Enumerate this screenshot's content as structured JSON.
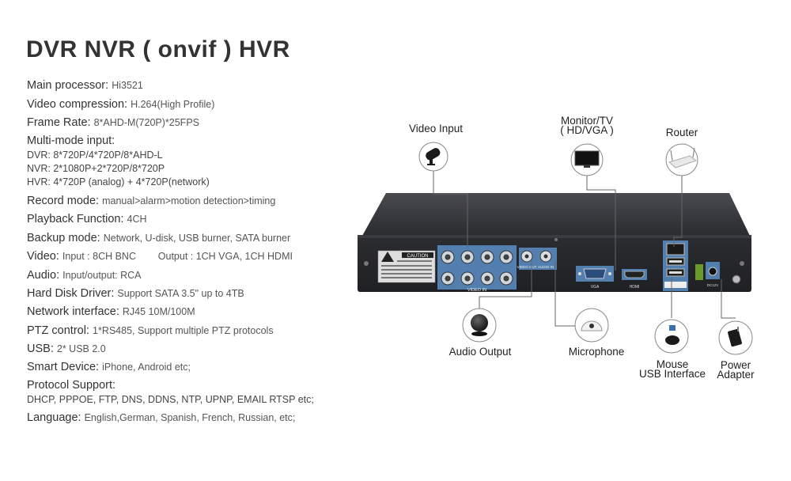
{
  "title": "DVR NVR ( onvif ) HVR",
  "specs": [
    {
      "label": "Main processor: ",
      "value": "Hi3521"
    },
    {
      "label": "Video compression: ",
      "value": "H.264(High Profile)"
    },
    {
      "label": "Frame Rate: ",
      "value": "8*AHD-M(720P)*25FPS"
    },
    {
      "label": "Multi-mode input:",
      "value": ""
    }
  ],
  "multi_mode": [
    "DVR: 8*720P/4*720P/8*AHD-L",
    "NVR: 2*1080P+2*720P/8*720P",
    "HVR:  4*720P (analog) + 4*720P(network)"
  ],
  "specs2": [
    {
      "label": "Record mode: ",
      "value": "manual>alarm>motion detection>timing"
    },
    {
      "label": "Playback Function: ",
      "value": "4CH"
    },
    {
      "label": "Backup mode: ",
      "value": "Network, U-disk, USB burner, SATA burner"
    },
    {
      "label": "Video: ",
      "value": "Input : 8CH BNC        Output : 1CH VGA, 1CH HDMI"
    },
    {
      "label": "Audio: ",
      "value": "Input/output:  RCA"
    },
    {
      "label": "Hard Disk Driver: ",
      "value": "Support SATA 3.5\" up to 4TB"
    },
    {
      "label": "Network interface: ",
      "value": "RJ45 10M/100M"
    },
    {
      "label": "PTZ control: ",
      "value": "1*RS485, Support multiple PTZ protocols"
    },
    {
      "label": "USB: ",
      "value": "2* USB 2.0"
    },
    {
      "label": "Smart Device: ",
      "value": "iPhone, Android etc;"
    },
    {
      "label": "Protocol Support:",
      "value": ""
    }
  ],
  "protocols": "DHCP, PPPOE, FTP, DNS, DDNS, NTP, UPNP, EMAIL RTSP etc;",
  "language": {
    "label": "Language: ",
    "value": "English,German, Spanish, French, Russian, etc;"
  },
  "callouts": {
    "video_input": "Video Input",
    "monitor": "Monitor/TV",
    "monitor_sub": "( HD/VGA )",
    "router": "Router",
    "audio_output": "Audio Output",
    "microphone": "Microphone",
    "mouse": "Mouse",
    "mouse_sub": "USB Interface",
    "power": "Power",
    "power_sub": "Adapter"
  },
  "panel": {
    "video_in": "VIDEO IN",
    "video_out": "VIDEO OUT",
    "audio_in": "AUDIO IN",
    "vga": "VGA",
    "hdmi": "HDMI",
    "caution": "CAUTION",
    "dc12v": "DC12V"
  },
  "colors": {
    "accent_blue": "#5b8fc7",
    "device_body": "#2f3034",
    "device_top": "#3d3e43",
    "line": "#666666"
  }
}
